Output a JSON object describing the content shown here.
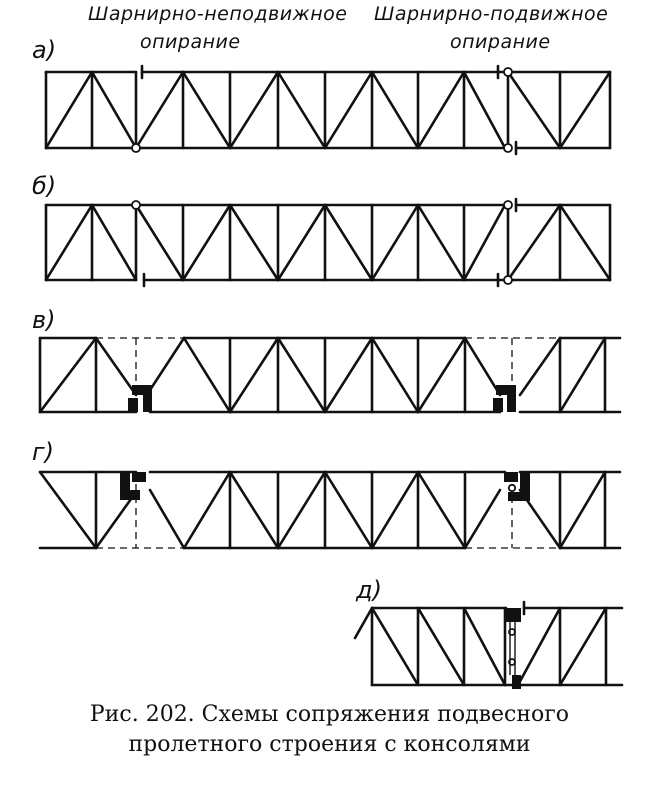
{
  "labels": {
    "fixed_support_line1": "Шарнирно-неподвижное",
    "fixed_support_line2": "опирание",
    "movable_support_line1": "Шарнирно-подвижное",
    "movable_support_line2": "опирание"
  },
  "rows": [
    {
      "letter": "а)"
    },
    {
      "letter": "б)"
    },
    {
      "letter": "в)"
    },
    {
      "letter": "г)"
    },
    {
      "letter": "д)"
    }
  ],
  "caption": {
    "line1": "Рис. 202. Схемы сопряжения подвесного",
    "line2": "пролетного строения с консолями"
  },
  "colors": {
    "ink": "#111111",
    "background": "#ffffff"
  }
}
